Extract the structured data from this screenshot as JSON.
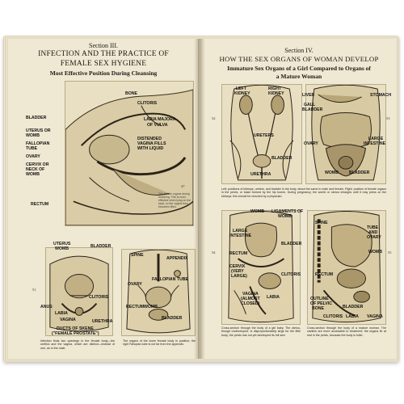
{
  "left_page": {
    "section": "Section III.",
    "title_line1": "INFECTION AND THE PRACTICE OF",
    "title_line2": "FEMALE SEX HYGIENE",
    "subtitle": "Most Effective Position During Cleansing",
    "fig_top": {
      "labels": [
        "BONE",
        "CLITORIS",
        "BLADDER",
        "LABIA MAJORA",
        "OF VULVA",
        "UTERUS OR",
        "WOMB",
        "FALLOPIAN",
        "TUBE",
        "DISTENDED",
        "VAGINA FILLS",
        "WITH LIQUID",
        "OVARY",
        "CERVIX OR",
        "NECK OF",
        "WOMB",
        "RECTUM"
      ],
      "page_number": "47",
      "note": "The female organs during douching. This is most effective when lying on the back, so the vagina then becomes filled."
    },
    "fig_bl": {
      "labels": [
        "UTERUS",
        "WOMB",
        "BLADDER",
        "CLITORIS",
        "ANUS",
        "LABIA",
        "VAGINA",
        "URETHRA",
        "DUCTS OF SKENE",
        "(\"FEMALE PROSTATE\")"
      ],
      "page_number": "51",
      "caption": "Infection finds two openings in the female body—the urethra and the vagina, which are distinct—instead of one, as in the male."
    },
    "fig_br": {
      "labels": [
        "SPINE",
        "APPENDIX",
        "FALLOPIAN TUBE",
        "OVARY",
        "RECTUM",
        "WOMB",
        "BLADDER"
      ],
      "caption": "The organs of the lower female body in position; the right Fallopian tube is not far from the appendix."
    }
  },
  "right_page": {
    "section": "Section IV.",
    "title": "HOW THE SEX ORGANS OF WOMAN DEVELOP",
    "subtitle_line1": "Immature Sex Organs of a Girl Compared to Organs of",
    "subtitle_line2": "a Mature Woman",
    "fig_tl": {
      "labels": [
        "LEFT",
        "KIDNEY",
        "RIGHT",
        "KIDNEY",
        "URETERS",
        "BLADDER",
        "URETHRA"
      ],
      "page_number": "52"
    },
    "fig_tr": {
      "labels": [
        "LIVER",
        "STOMACH",
        "GALL",
        "BLADDER",
        "OVARY",
        "LARGE",
        "INTESTINE",
        "WOMB",
        "BLADDER"
      ],
      "page_number": "53"
    },
    "caption_top": "Left: positions of kidneys, ureters, and bladder in the body, about the same in male and female. Right: position of female organs in the pelvis, or basin formed by the hip bones. During pregnancy, the womb or uterus enlarges until it may press on the kidneys; this should be checked by a physician.",
    "fig_bl": {
      "labels": [
        "WOMB",
        "LIGAMENTS OF",
        "WOMB",
        "LARGE",
        "INTESTINE",
        "BLADDER",
        "RECTUM",
        "CERVIX",
        "(VERY",
        "LARGE)",
        "CLITORIS",
        "VAGINA",
        "(ALMOST",
        "CLOSED)",
        "LABIA"
      ],
      "page_number": "54",
      "caption": "Cross-section through the body of a girl baby. The uterus, though undeveloped, is disproportionately large for the little body; the pelvis has not yet developed its full size."
    },
    "fig_br": {
      "labels": [
        "SPINE",
        "TUBE",
        "AND",
        "OVARY",
        "WOMB",
        "RECTUM",
        "OUTLINE",
        "OF PELVIC",
        "BONE",
        "BLADDER",
        "CLITORIS",
        "LABIA",
        "VAGINA"
      ],
      "page_number": "55",
      "caption": "Cross-section through the body of a mature woman. The cavities are more accessible to treatment; the organs lie at rest in the pelvis, because the body is fuller."
    }
  },
  "colors": {
    "paper": "#efe8d2",
    "ink": "#1c1a16",
    "figure": "#e9e0c4"
  }
}
